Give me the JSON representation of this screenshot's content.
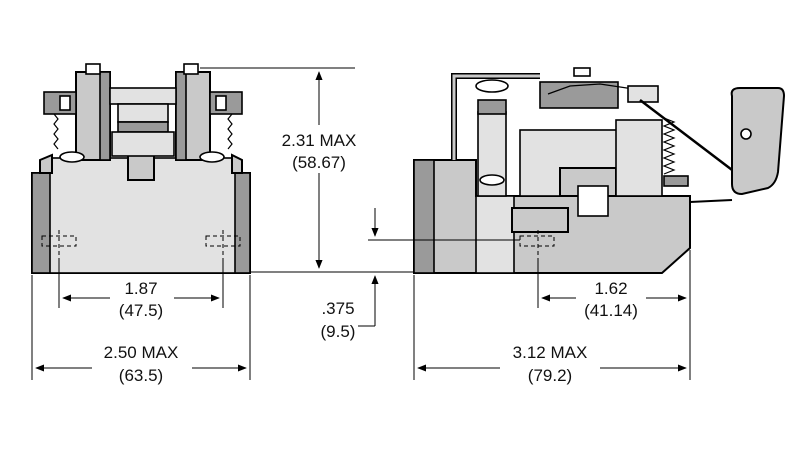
{
  "dimensions": {
    "height": {
      "value": "2.31 MAX",
      "metric": "(58.67)"
    },
    "front_mount_spacing": {
      "value": "1.87",
      "metric": "(47.5)"
    },
    "front_width": {
      "value": "2.50 MAX",
      "metric": "(63.5)"
    },
    "mount_height": {
      "value": ".375",
      "metric": "(9.5)"
    },
    "side_mount_spacing": {
      "value": "1.62",
      "metric": "(41.14)"
    },
    "side_length": {
      "value": "3.12 MAX",
      "metric": "(79.2)"
    }
  },
  "colors": {
    "body": "#c9c9c9",
    "dark": "#9a9a9a",
    "light": "#e2e2e2",
    "line": "#000000"
  }
}
